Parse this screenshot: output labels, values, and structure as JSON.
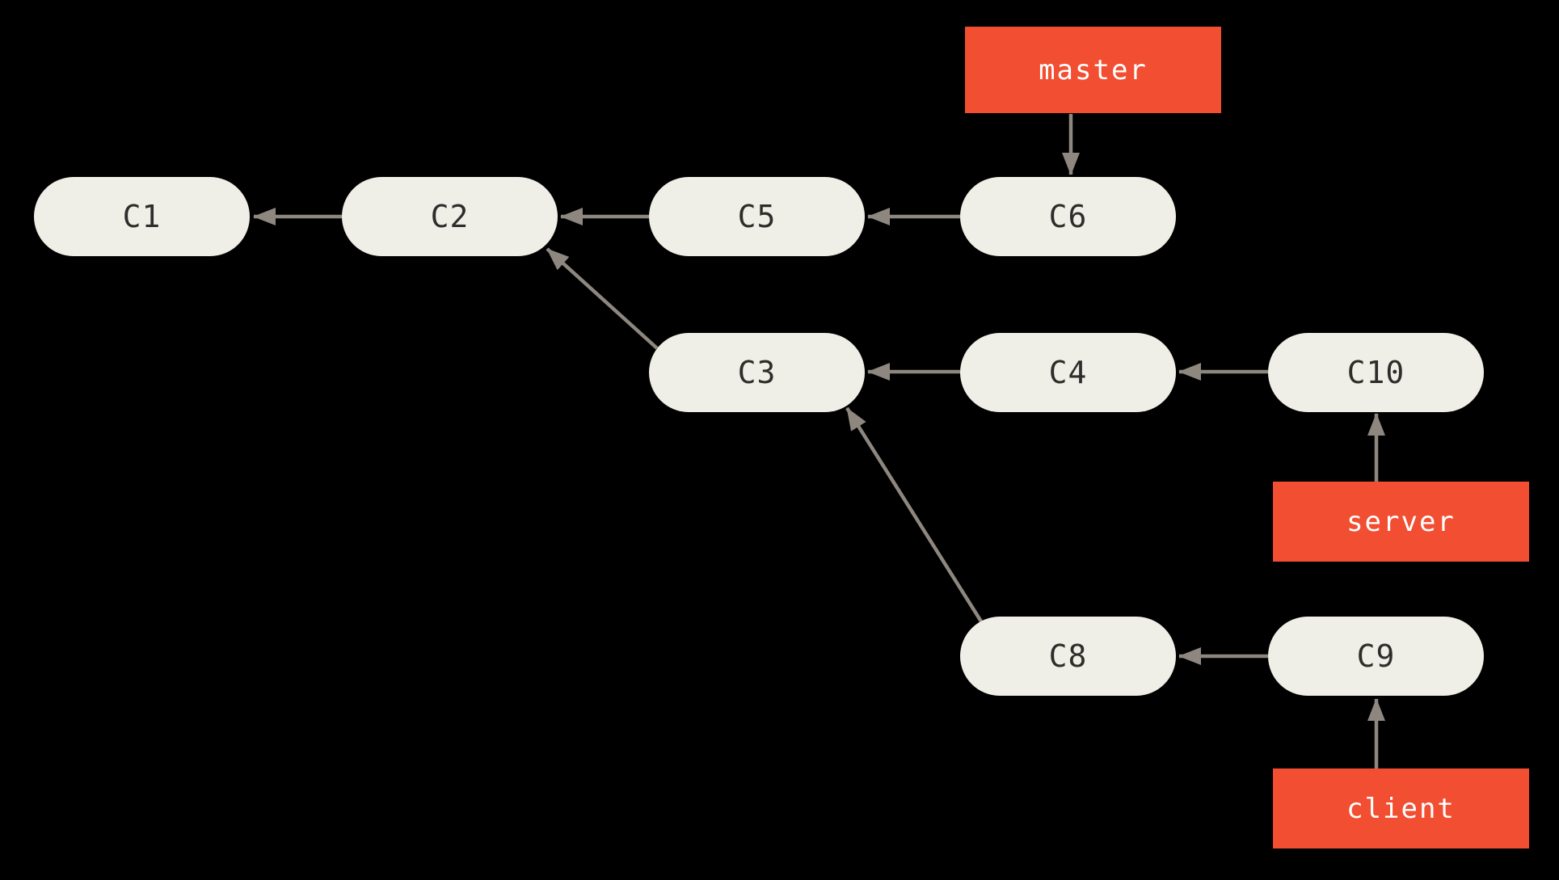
{
  "diagram": {
    "type": "git-commit-graph",
    "background_color": "#000000",
    "commit_node_fill": "#F0EFE7",
    "commit_text_color": "#2E2D2B",
    "branch_box_fill": "#F14E32",
    "branch_text_color": "#FFFFFF",
    "arrow_color": "#8E8780",
    "commits": {
      "c1": {
        "label": "C1"
      },
      "c2": {
        "label": "C2"
      },
      "c3": {
        "label": "C3"
      },
      "c4": {
        "label": "C4"
      },
      "c5": {
        "label": "C5"
      },
      "c6": {
        "label": "C6"
      },
      "c8": {
        "label": "C8"
      },
      "c9": {
        "label": "C9"
      },
      "c10": {
        "label": "C10"
      }
    },
    "branches": {
      "master": {
        "label": "master"
      },
      "server": {
        "label": "server"
      },
      "client": {
        "label": "client"
      }
    },
    "edges": [
      {
        "from": "C2",
        "to": "C1"
      },
      {
        "from": "C5",
        "to": "C2"
      },
      {
        "from": "C6",
        "to": "C5"
      },
      {
        "from": "C3",
        "to": "C2"
      },
      {
        "from": "C4",
        "to": "C3"
      },
      {
        "from": "C10",
        "to": "C4"
      },
      {
        "from": "C8",
        "to": "C3"
      },
      {
        "from": "C9",
        "to": "C8"
      },
      {
        "from": "master",
        "to": "C6"
      },
      {
        "from": "server",
        "to": "C10"
      },
      {
        "from": "client",
        "to": "C9"
      }
    ]
  }
}
